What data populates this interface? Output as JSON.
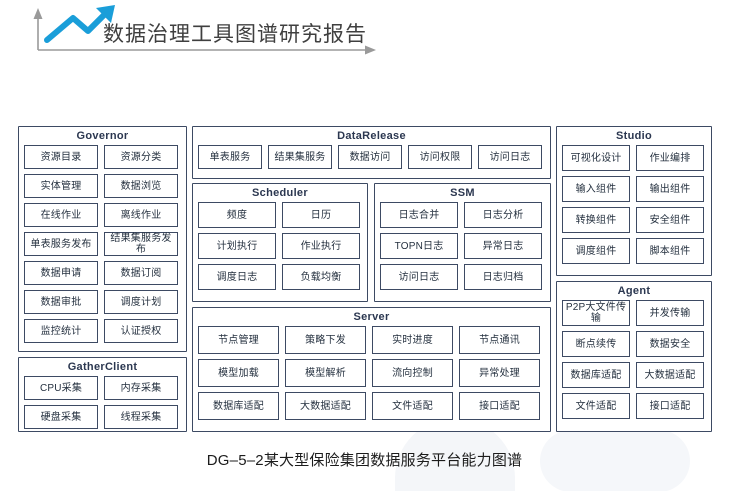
{
  "header": {
    "title": "数据治理工具图谱研究报告",
    "icon_chart": "trend-up-arrow-icon",
    "icon_axis_v": "vertical-axis-arrow-icon",
    "icon_axis_h": "horizontal-axis-arrow-icon",
    "accent_color": "#1a9ed9",
    "axis_color": "#9a9a9a"
  },
  "theme": {
    "border_color": "#3d4a63",
    "text_color": "#24303f",
    "panel_bg": "#ffffff",
    "page_bg": "#ffffff"
  },
  "panels": {
    "governor": {
      "title": "Governor",
      "items": [
        "资源目录",
        "资源分类",
        "实体管理",
        "数据浏览",
        "在线作业",
        "离线作业",
        "单表服务发布",
        "结果集服务发布",
        "数据申请",
        "数据订阅",
        "数据审批",
        "调度计划",
        "监控统计",
        "认证授权"
      ]
    },
    "gather_client": {
      "title": "GatherClient",
      "items": [
        "CPU采集",
        "内存采集",
        "硬盘采集",
        "线程采集"
      ]
    },
    "data_release": {
      "title": "DataRelease",
      "items": [
        "单表服务",
        "结果集服务",
        "数据访问",
        "访问权限",
        "访问日志"
      ]
    },
    "scheduler": {
      "title": "Scheduler",
      "items": [
        "频度",
        "日历",
        "计划执行",
        "作业执行",
        "调度日志",
        "负载均衡"
      ]
    },
    "ssm": {
      "title": "SSM",
      "items": [
        "日志合并",
        "日志分析",
        "TOPN日志",
        "异常日志",
        "访问日志",
        "日志归档"
      ]
    },
    "server": {
      "title": "Server",
      "items": [
        "节点管理",
        "策略下发",
        "实时进度",
        "节点通讯",
        "模型加载",
        "模型解析",
        "流向控制",
        "异常处理",
        "数据库适配",
        "大数据适配",
        "文件适配",
        "接口适配"
      ]
    },
    "studio": {
      "title": "Studio",
      "items": [
        "可视化设计",
        "作业编排",
        "输入组件",
        "输出组件",
        "转换组件",
        "安全组件",
        "调度组件",
        "脚本组件"
      ]
    },
    "agent": {
      "title": "Agent",
      "items": [
        "P2P大文件传输",
        "并发传输",
        "断点续传",
        "数据安全",
        "数据库适配",
        "大数据适配",
        "文件适配",
        "接口适配"
      ]
    }
  },
  "caption": "DG–5–2某大型保险集团数据服务平台能力图谱"
}
